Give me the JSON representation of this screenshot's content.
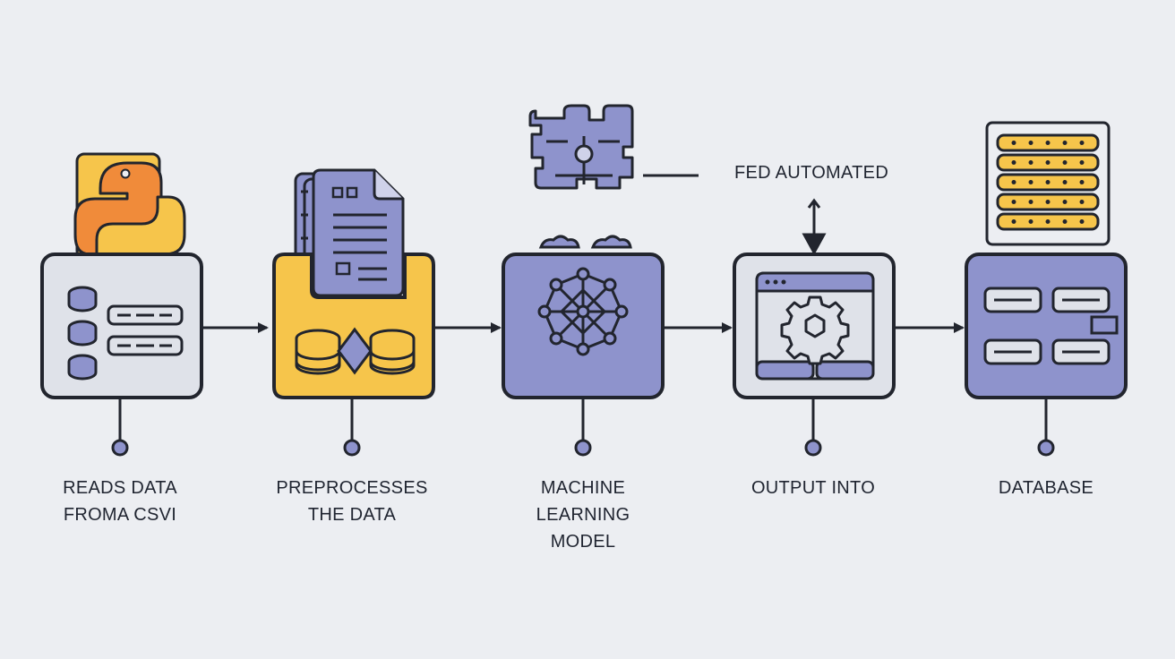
{
  "colors": {
    "background": "#eceef2",
    "stroke": "#22252e",
    "gray_fill": "#dfe2e9",
    "yellow_fill": "#f6c54b",
    "purple_fill": "#8e93cc",
    "python_orange": "#f08b3a",
    "python_yellow": "#f6c54b"
  },
  "steps": [
    {
      "label": "READS DATA\nFROMA CSVI",
      "icon": "python-logo-icon"
    },
    {
      "label": "PREPROCESSES\nTHE DATA",
      "icon": "document-icon"
    },
    {
      "label": "MACHINE\nLEARNING\nMODEL",
      "icon": "neural-network-icon"
    },
    {
      "label": "OUTPUT INTO",
      "icon": "gear-icon"
    },
    {
      "label": "DATABASE",
      "icon": "server-rack-icon"
    }
  ],
  "annotation": {
    "text": "FED AUTOMATED"
  }
}
